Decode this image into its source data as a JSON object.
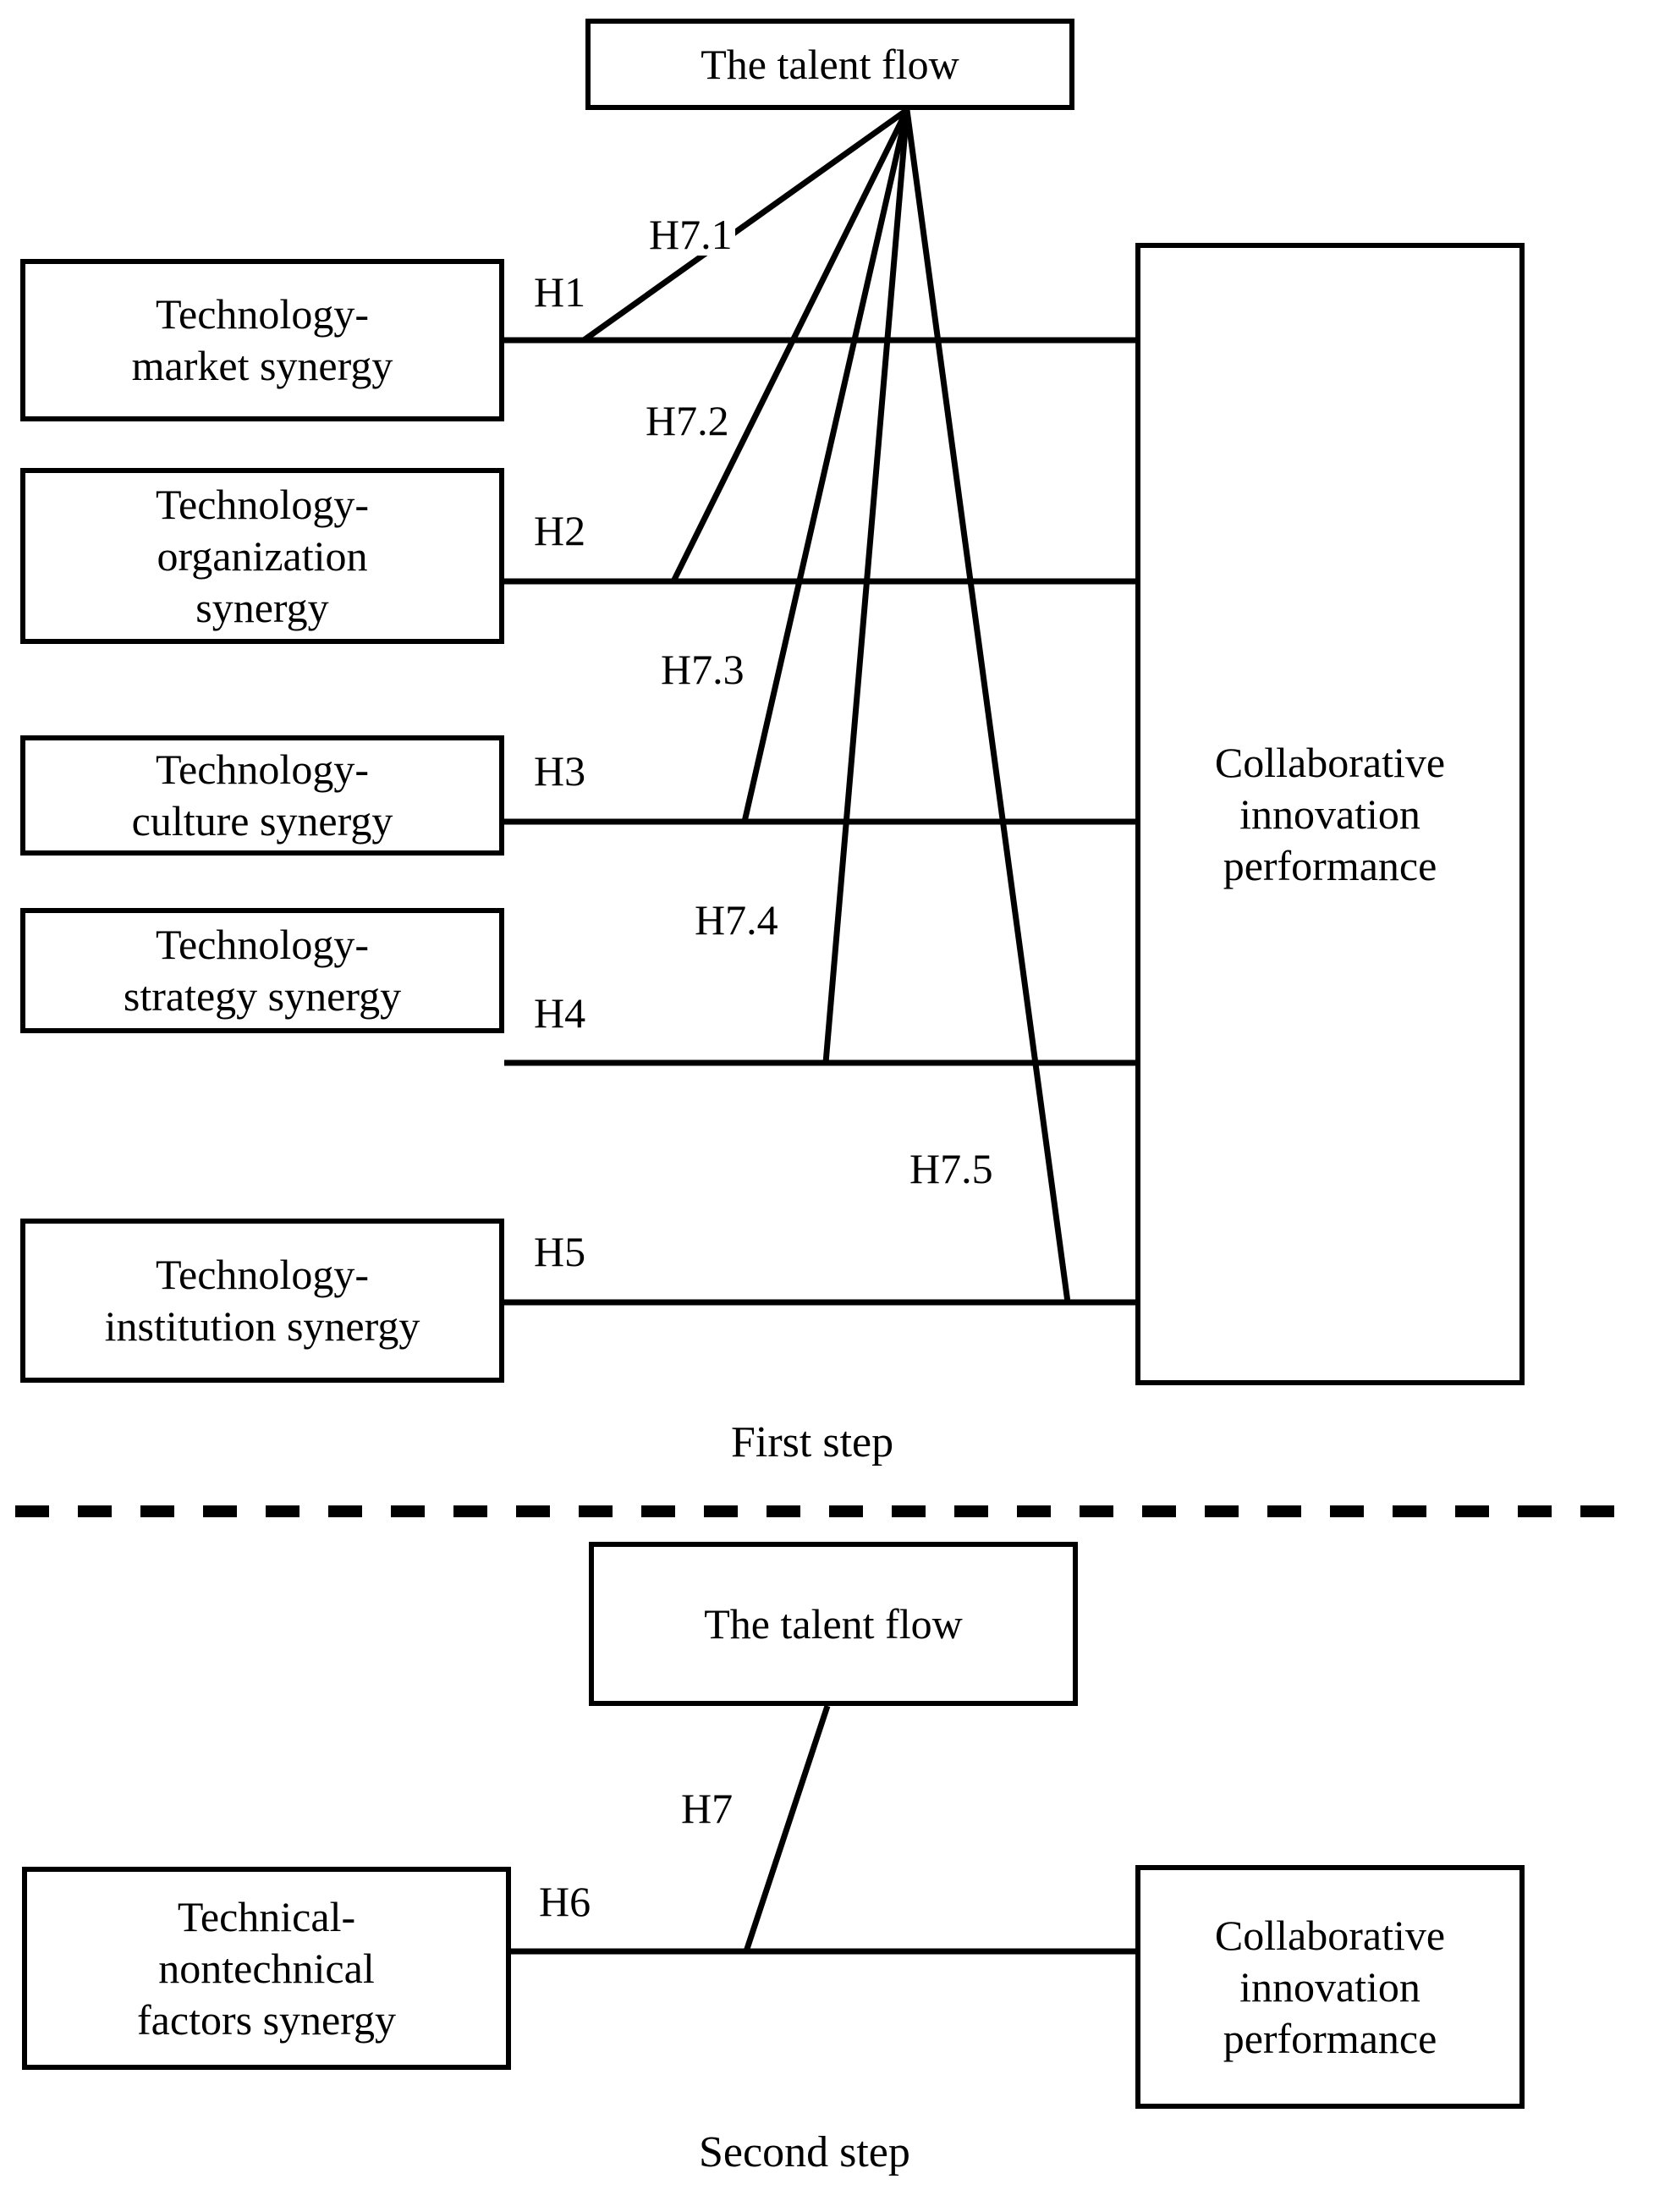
{
  "figure": {
    "sections": [
      {
        "id": "first-step",
        "caption": "First step",
        "top_node": {
          "label": "The talent flow"
        },
        "right_node": {
          "label": "Collaborative\ninnovation\nperformance"
        },
        "left_nodes": [
          {
            "label": "Technology-\nmarket synergy"
          },
          {
            "label": "Technology-\norganization\nsynergy"
          },
          {
            "label": "Technology-\nculture synergy"
          },
          {
            "label": "Technology-\nstrategy synergy"
          },
          {
            "label": "Technology-\ninstitution synergy"
          }
        ],
        "direct_edge_labels": [
          "H1",
          "H2",
          "H3",
          "H4",
          "H5"
        ],
        "mediated_edge_labels": [
          "H7.1",
          "H7.2",
          "H7.3",
          "H7.4",
          "H7.5"
        ]
      },
      {
        "id": "second-step",
        "caption": "Second step",
        "top_node": {
          "label": "The talent flow"
        },
        "right_node": {
          "label": "Collaborative\ninnovation\nperformance"
        },
        "left_nodes": [
          {
            "label": "Technical-\nnontechnical\nfactors synergy"
          }
        ],
        "direct_edge_labels": [
          "H6"
        ],
        "mediated_edge_labels": [
          "H7"
        ]
      }
    ],
    "colors": {
      "stroke": "#000000",
      "fill": "#ffffff",
      "text": "#000000"
    },
    "divider": {
      "style": "dashed"
    }
  }
}
